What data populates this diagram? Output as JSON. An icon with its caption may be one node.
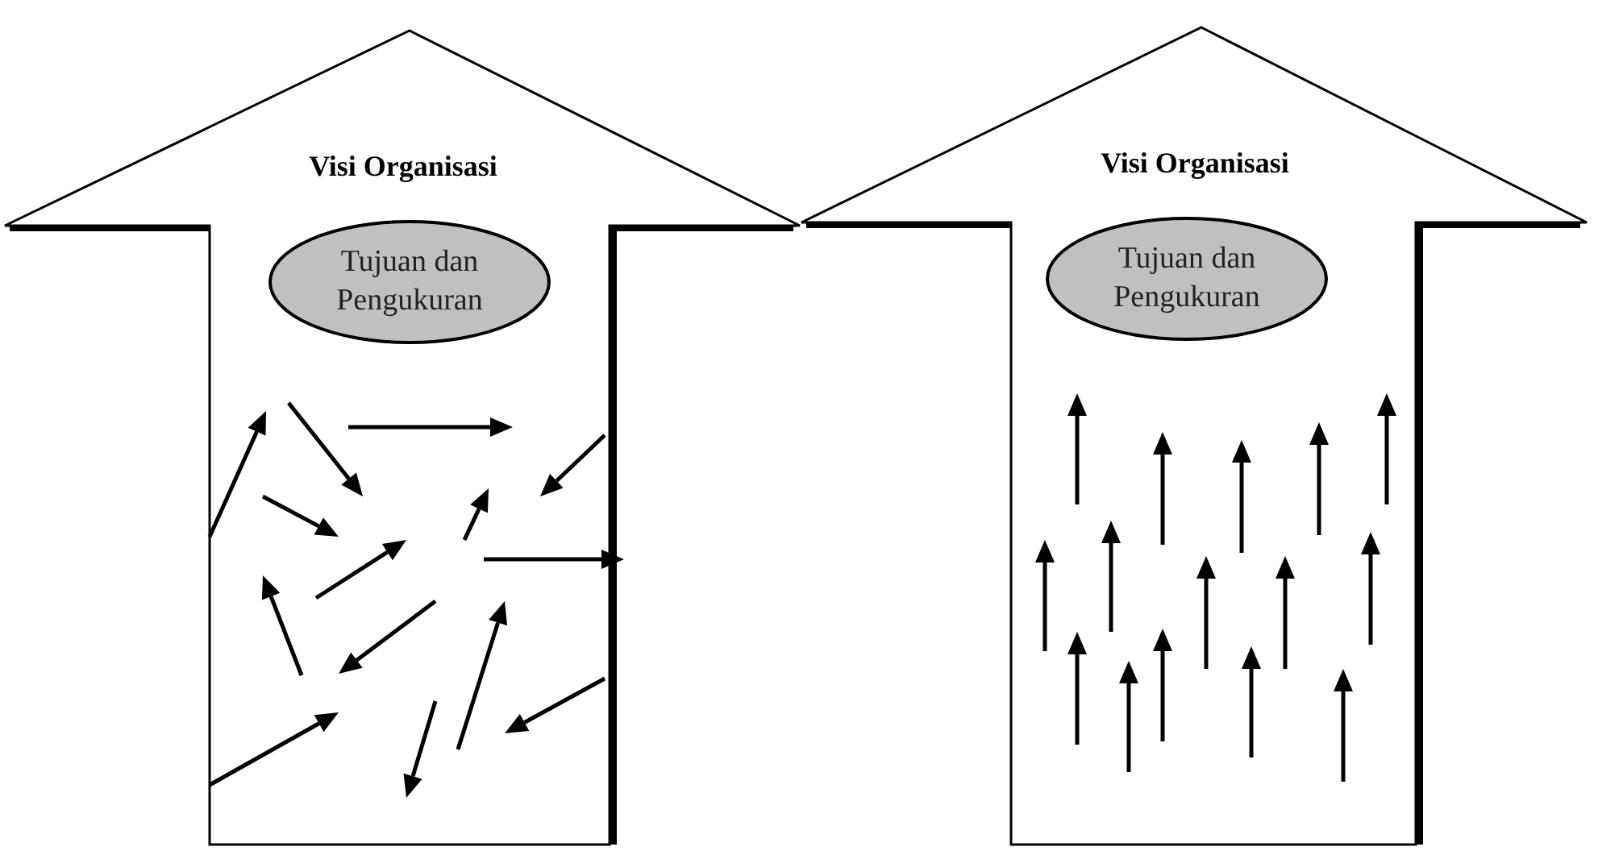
{
  "diagram": {
    "nodes": [
      {
        "text": [
          "Visi Organisasi"
        ]
      },
      {
        "text": [
          "Tujuan dan Pengukuran"
        ],
        "in": 0
      },
      {
        "text": [
          "Visi Organisasi"
        ]
      },
      {
        "text": [
          "Tujuan dan Pengukuran"
        ],
        "in": 2
      }
    ]
  }
}
